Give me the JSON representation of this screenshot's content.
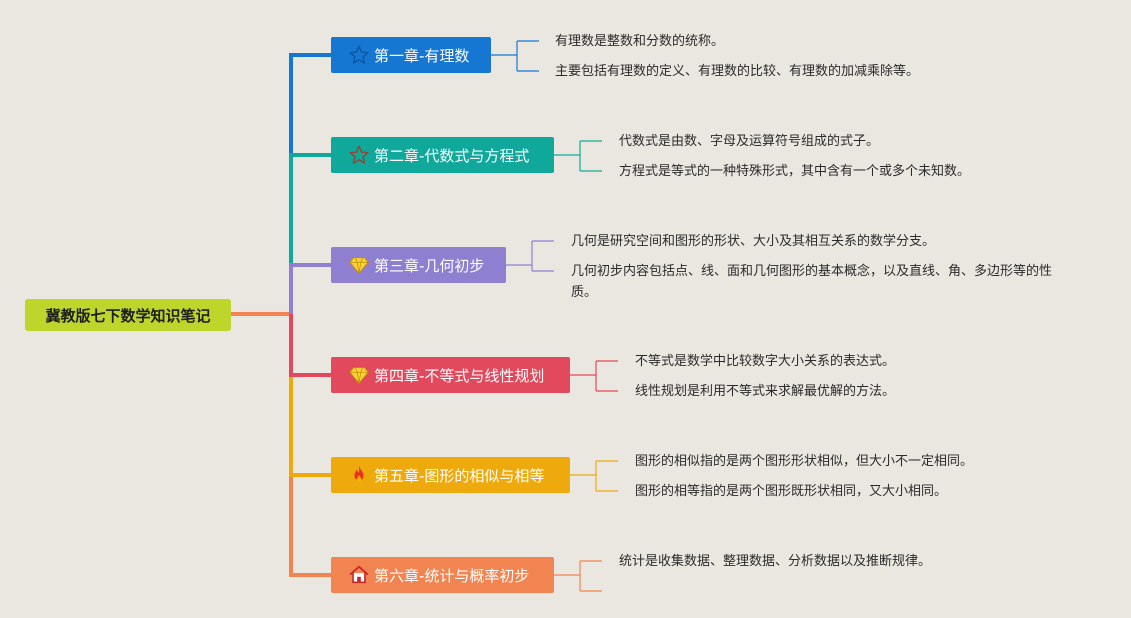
{
  "root": {
    "label": "冀教版七下数学知识笔记",
    "color": "#bed62b"
  },
  "chapters": [
    {
      "label": "第一章-有理数",
      "color": "#1677d2",
      "icon": "star-outline-icon",
      "notes": [
        "有理数是整数和分数的统称。",
        "主要包括有理数的定义、有理数的比较、有理数的加减乘除等。"
      ]
    },
    {
      "label": "第二章-代数式与方程式",
      "color": "#10a89a",
      "icon": "star-outline-icon",
      "notes": [
        "代数式是由数、字母及运算符号组成的式子。",
        "方程式是等式的一种特殊形式，其中含有一个或多个未知数。"
      ]
    },
    {
      "label": "第三章-几何初步",
      "color": "#8f7fd0",
      "icon": "diamond-icon",
      "notes": [
        "几何是研究空间和图形的形状、大小及其相互关系的数学分支。",
        "几何初步内容包括点、线、面和几何图形的基本概念，以及直线、角、多边形等的性质。"
      ]
    },
    {
      "label": "第四章-不等式与线性规划",
      "color": "#e3495c",
      "icon": "diamond-icon",
      "notes": [
        "不等式是数学中比较数字大小关系的表达式。",
        "线性规划是利用不等式来求解最优解的方法。"
      ]
    },
    {
      "label": "第五章-图形的相似与相等",
      "color": "#eeaa0d",
      "icon": "fire-icon",
      "notes": [
        "图形的相似指的是两个图形形状相似，但大小不一定相同。",
        "图形的相等指的是两个图形既形状相同，又大小相同。"
      ]
    },
    {
      "label": "第六章-统计与概率初步",
      "color": "#f28451",
      "icon": "house-icon",
      "notes": [
        "统计是收集数据、整理数据、分析数据以及推断规律。"
      ]
    }
  ]
}
